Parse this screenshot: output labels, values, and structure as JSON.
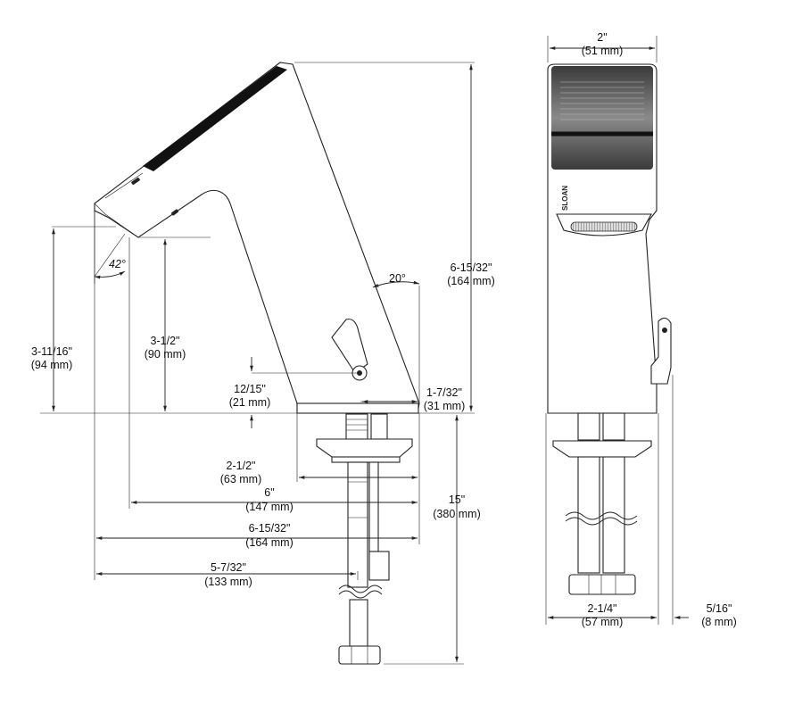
{
  "diagram": {
    "side_view": {
      "dim_spout_height": {
        "in": "3-11/16\"",
        "mm": "(94 mm)"
      },
      "dim_outlet_height": {
        "in": "3-1/2\"",
        "mm": "(90 mm)"
      },
      "dim_spout_angle": "42°",
      "dim_body_angle": "20°",
      "dim_total_height": {
        "in": "6-15/32\"",
        "mm": "(164 mm)"
      },
      "dim_handle_height": {
        "in": "12/15\"",
        "mm": "(21 mm)"
      },
      "dim_handle_offset": {
        "in": "1-7/32\"",
        "mm": "(31 mm)"
      },
      "dim_base_width": {
        "in": "2-1/2\"",
        "mm": "(63 mm)"
      },
      "dim_reach_1": {
        "in": "6\"",
        "mm": "(147 mm)"
      },
      "dim_reach_2": {
        "in": "6-15/32\"",
        "mm": "(164 mm)"
      },
      "dim_reach_3": {
        "in": "5-7/32\"",
        "mm": "(133 mm)"
      },
      "dim_supply_length": {
        "in": "15\"",
        "mm": "(380 mm)"
      }
    },
    "front_view": {
      "dim_top_width": {
        "in": "2\"",
        "mm": "(51 mm)"
      },
      "dim_base_width": {
        "in": "2-1/4\"",
        "mm": "(57 mm)"
      },
      "dim_handle_proj": {
        "in": "5/16\"",
        "mm": "(8 mm)"
      },
      "brand_mark": "SLOAN"
    }
  }
}
